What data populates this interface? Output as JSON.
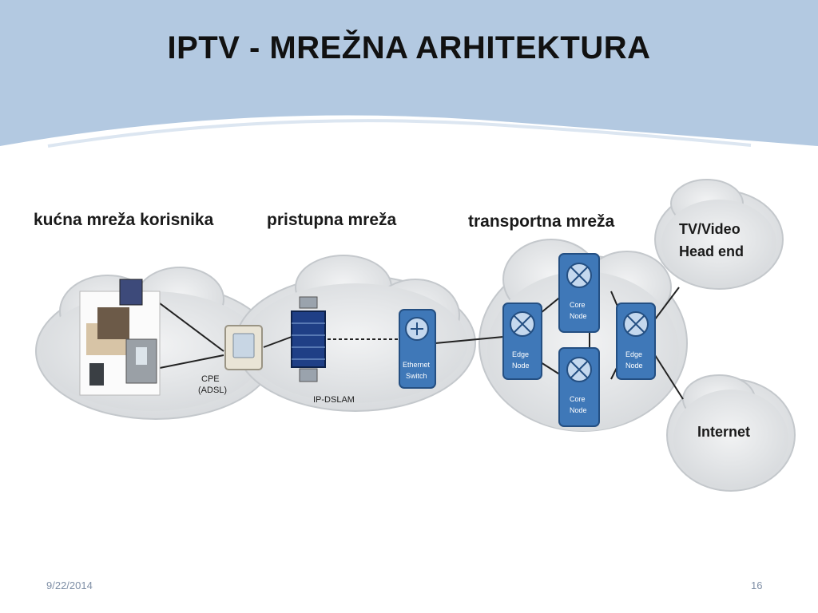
{
  "slide": {
    "title": "IPTV - MREŽNA ARHITEKTURA",
    "date": "9/22/2014",
    "page_number": "16"
  },
  "diagram": {
    "sections": {
      "home": "kućna mreža korisnika",
      "access": "pristupna mreža",
      "transport": "transportna mreža"
    },
    "cpe_label_line1": "CPE",
    "cpe_label_line2": "(ADSL)",
    "dslam_label": "IP-DSLAM",
    "switch_label_line1": "Ethernet",
    "switch_label_line2": "Switch",
    "edge_node_left_line1": "Edge",
    "edge_node_left_line2": "Node",
    "core_node_top_line1": "Core",
    "core_node_top_line2": "Node",
    "core_node_bottom_line1": "Core",
    "core_node_bottom_line2": "Node",
    "edge_node_right_line1": "Edge",
    "edge_node_right_line2": "Node",
    "headend_line1": "TV/Video",
    "headend_line2": "Head end",
    "internet": "Internet"
  },
  "colors": {
    "header_bg": "#b3c9e1",
    "cloud_fill": "#e4e6e8",
    "node_fill": "#3f78b8"
  }
}
